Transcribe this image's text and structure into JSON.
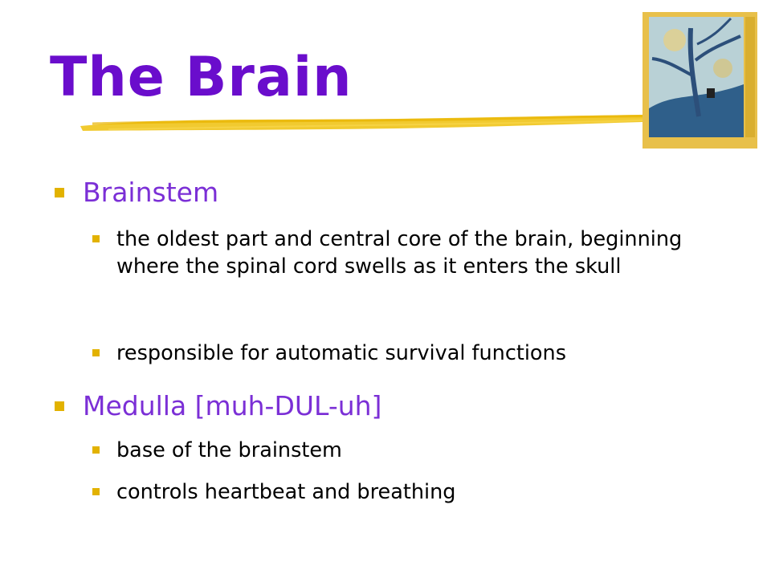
{
  "slide": {
    "title": "The Brain",
    "accent_color": "#6a0dcc",
    "bullet_color": "#e2b200",
    "sections": [
      {
        "heading": "Brainstem",
        "points": [
          "the oldest part and central core of the brain, beginning where the spinal cord swells as it enters the skull",
          "responsible for automatic survival functions"
        ]
      },
      {
        "heading": "Medulla [muh-DUL-uh]",
        "points": [
          "base of the brainstem",
          "controls heartbeat and breathing"
        ]
      }
    ],
    "book_cover_icon": "textbook-cover-image"
  }
}
